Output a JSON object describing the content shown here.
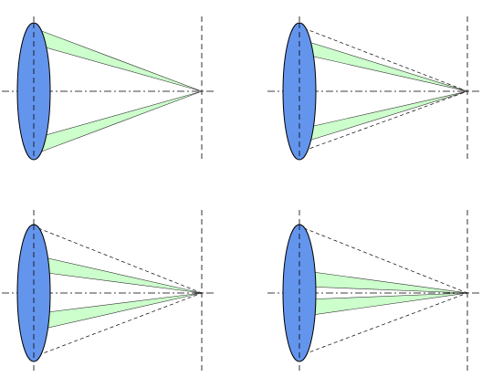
{
  "colors": {
    "lens_fill": "#6495ED",
    "lens_stroke": "#000000",
    "cone_fill": "#CCFFCC",
    "cone_stroke": "#333333",
    "axis_stroke": "#000000",
    "dashed_ray_stroke": "#000000"
  },
  "panels": [
    {
      "id": "top-left",
      "dashed_rays": false,
      "cone_pairs": 1
    },
    {
      "id": "top-right",
      "dashed_rays": true,
      "cone_pairs": 1
    },
    {
      "id": "bottom-left",
      "dashed_rays": true,
      "cone_pairs": 1
    },
    {
      "id": "bottom-right",
      "dashed_rays": true,
      "cone_pairs": 1
    }
  ]
}
